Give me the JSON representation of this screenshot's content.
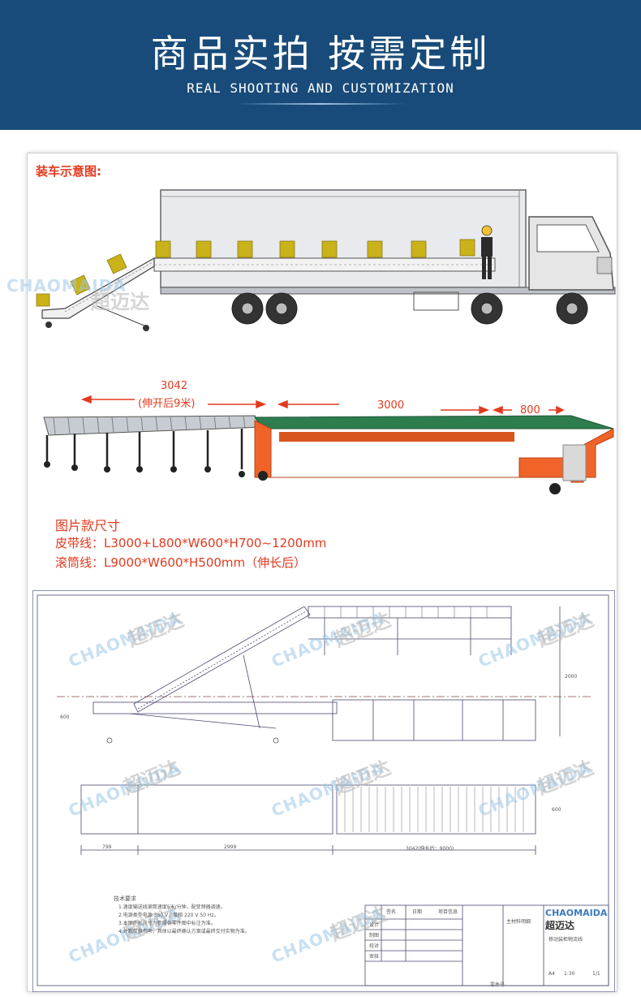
{
  "banner": {
    "title": "商品实拍 按需定制",
    "subtitle": "REAL SHOOTING AND CUSTOMIZATION"
  },
  "loading_diagram": {
    "label": "装车示意图:"
  },
  "conveyor_photo": {
    "dim_roller": "3042",
    "dim_roller_note": "(伸开后9米)",
    "dim_belt": "3000",
    "dim_tail": "800"
  },
  "specs": {
    "heading": "图片款尺寸",
    "belt_line": "皮带线：L3000+L800*W600*H700~1200mm",
    "roller_line": "滚筒线：L9000*W600*H500mm（伸长后）"
  },
  "watermark": {
    "brand_en": "CHAOMAIDA",
    "brand_cn": "超迈达"
  },
  "drawing": {
    "dim_2000": "2000",
    "dim_600_left": "600",
    "dim_600_right": "600",
    "dim_799": "799",
    "dim_2999": "2999",
    "dim_3042": "3042(伸长后：9000)",
    "tech_title": "技术要求",
    "tech_lines": [
      "1.速度输送线滚筒速度5米/分钟，配变频器调速。",
      "2.电源类型电源 380 V，单相 220 V 50 Hz。",
      "3.本图外形尺寸为参照各零件图中标注为准。",
      "4.外观仅供参考，具体以最终确认方案或最终交付实物为准。"
    ],
    "tb_design": "设计",
    "tb_draw": "制图",
    "tb_check": "校对",
    "tb_audit": "审核",
    "tb_sign": "签名",
    "tb_date": "日期",
    "tb_info": "项目信息",
    "tb_material": "主材料明细",
    "tb_product": "移动装柜物流线",
    "tb_scale": "1:30",
    "tb_sheet": "1/1",
    "tb_size": "A4",
    "tb_parts": "零件号",
    "tb_logo_en": "CHAOMAIDA",
    "tb_logo_cn": "超迈达"
  },
  "colors": {
    "banner": "#184b79",
    "accent_red": "#e23a1f",
    "conveyor_orange": "#f0642a",
    "belt_green": "#2e7d4f",
    "box_yellow": "#c9b21a"
  }
}
